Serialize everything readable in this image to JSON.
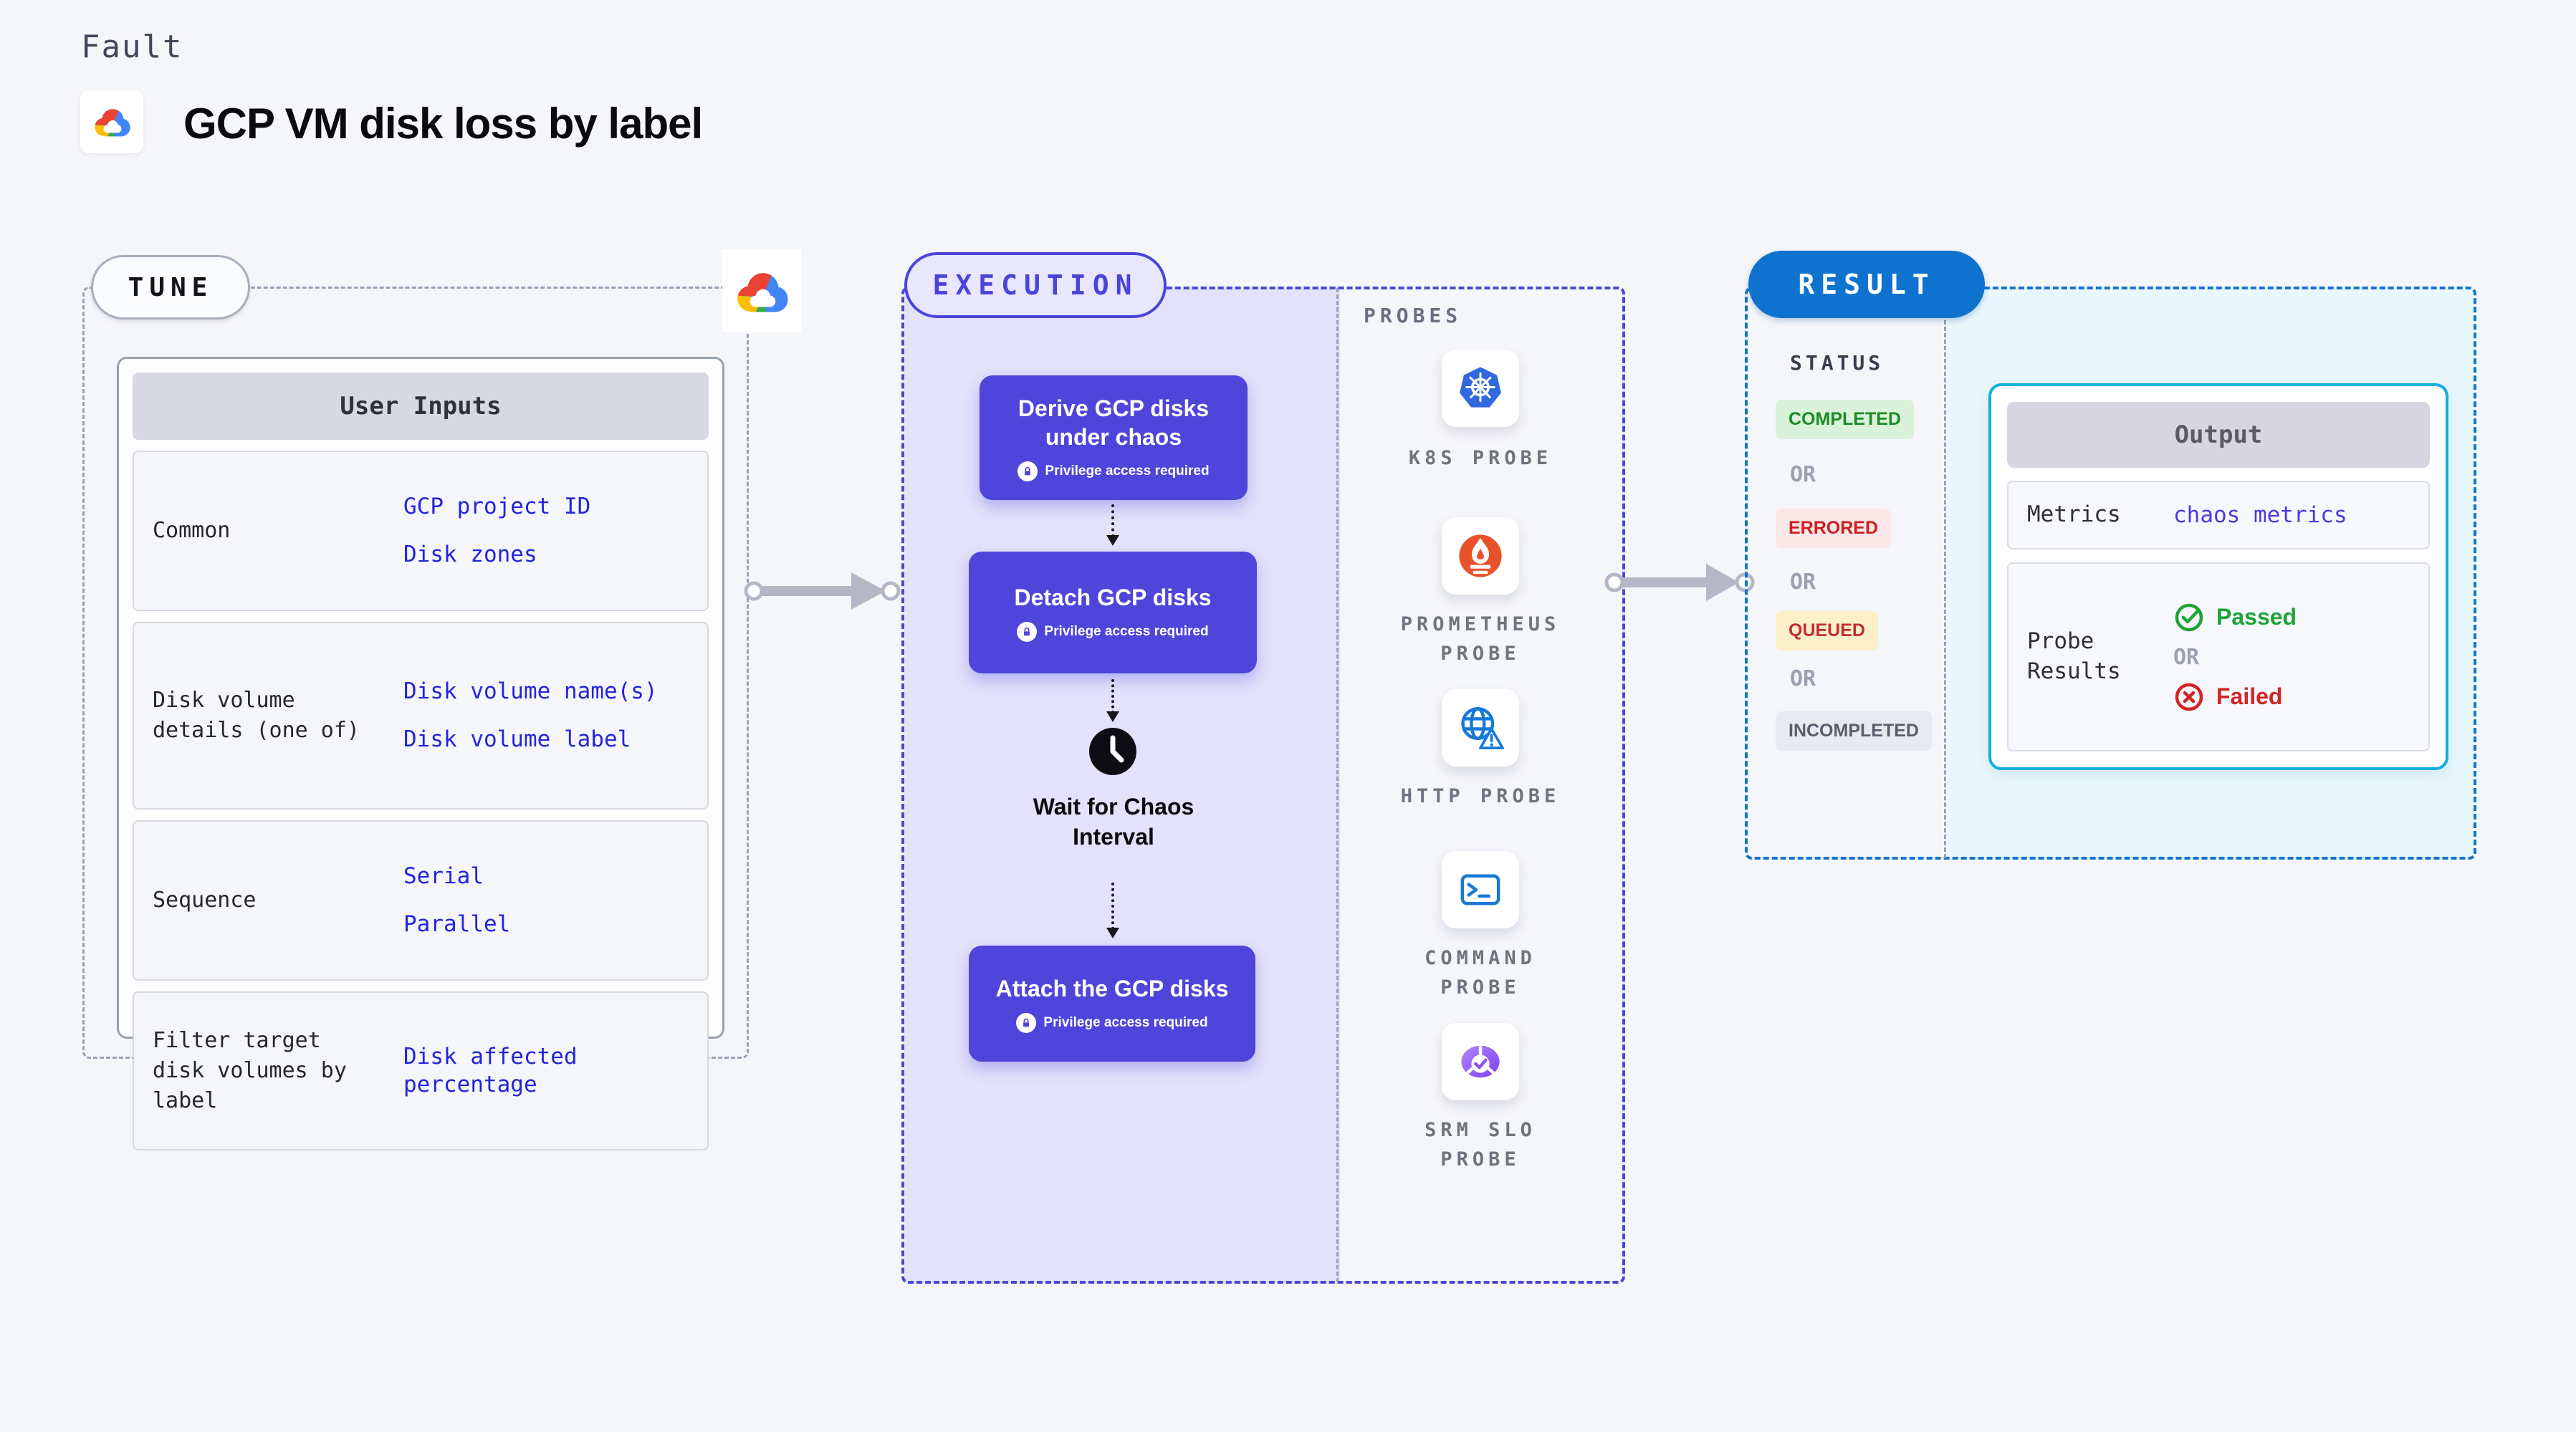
{
  "header": {
    "eyebrow": "Fault",
    "title": "GCP VM disk loss by label"
  },
  "tune": {
    "label": "TUNE",
    "card_title": "User Inputs",
    "rows": [
      {
        "label": "Common",
        "values": [
          "GCP project ID",
          "Disk zones"
        ]
      },
      {
        "label": "Disk volume details (one of)",
        "values": [
          "Disk volume name(s)",
          "Disk volume label"
        ]
      },
      {
        "label": "Sequence",
        "values": [
          "Serial",
          "Parallel"
        ]
      },
      {
        "label": "Filter target disk volumes by label",
        "values": [
          "Disk affected percentage"
        ]
      }
    ]
  },
  "execution": {
    "label": "EXECUTION",
    "nodes": [
      {
        "title": "Derive GCP disks under chaos",
        "badge": "Privilege access required"
      },
      {
        "title": "Detach GCP disks",
        "badge": "Privilege access required"
      },
      {
        "title": "Attach the GCP disks",
        "badge": "Privilege access required"
      }
    ],
    "wait_step": "Wait for Chaos Interval"
  },
  "probes": {
    "label": "PROBES",
    "items": [
      {
        "name": "K8S PROBE",
        "icon": "kubernetes-icon"
      },
      {
        "name": "PROMETHEUS PROBE",
        "icon": "prometheus-icon"
      },
      {
        "name": "HTTP PROBE",
        "icon": "http-globe-warning-icon"
      },
      {
        "name": "COMMAND PROBE",
        "icon": "terminal-icon"
      },
      {
        "name": "SRM SLO PROBE",
        "icon": "slo-donut-check-icon"
      }
    ]
  },
  "result": {
    "label": "RESULT",
    "status_label": "STATUS",
    "or_label": "OR",
    "statuses": [
      {
        "text": "COMPLETED",
        "fg": "#1e8a28",
        "bg": "#d9f2d9"
      },
      {
        "text": "ERRORED",
        "fg": "#cb1f1f",
        "bg": "#fbe7e7"
      },
      {
        "text": "QUEUED",
        "fg": "#c22f2f",
        "bg": "#fbf0c9"
      },
      {
        "text": "INCOMPLETED",
        "fg": "#585d6d",
        "bg": "#e9eaf1"
      }
    ],
    "output": {
      "title": "Output",
      "metrics_label": "Metrics",
      "metrics_value": "chaos metrics",
      "probe_results_label": "Probe Results",
      "passed": "Passed",
      "failed": "Failed"
    }
  },
  "colors": {
    "accent_indigo": "#4e46da",
    "accent_blue": "#0e72cf",
    "accent_cyan": "#12aedd",
    "pink_badge": "#f94b85",
    "link_blue": "#2424dc"
  }
}
